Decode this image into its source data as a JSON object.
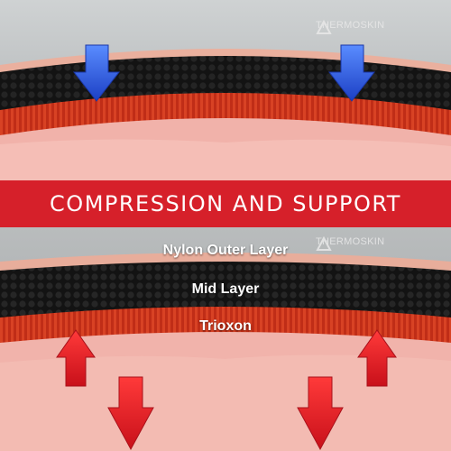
{
  "brand": {
    "name": "THERMOSKIN"
  },
  "banner": {
    "text": "COMPRESSION AND SUPPORT"
  },
  "layers": {
    "outer": "Nylon Outer Layer",
    "mid": "Mid Layer",
    "inner": "Trioxon"
  },
  "colors": {
    "banner": "#d6202a",
    "arrow_blue": "#2f63e8",
    "arrow_red": "#e8202a",
    "mid_layer": "#161616",
    "trioxon": "#c9301a",
    "skin": "#f3b9b1"
  },
  "icons": {
    "compression_arrows": "down-arrow-icon",
    "support_arrows": "up-down-arrow-icon",
    "logo": "thermoskin-logo-icon"
  }
}
